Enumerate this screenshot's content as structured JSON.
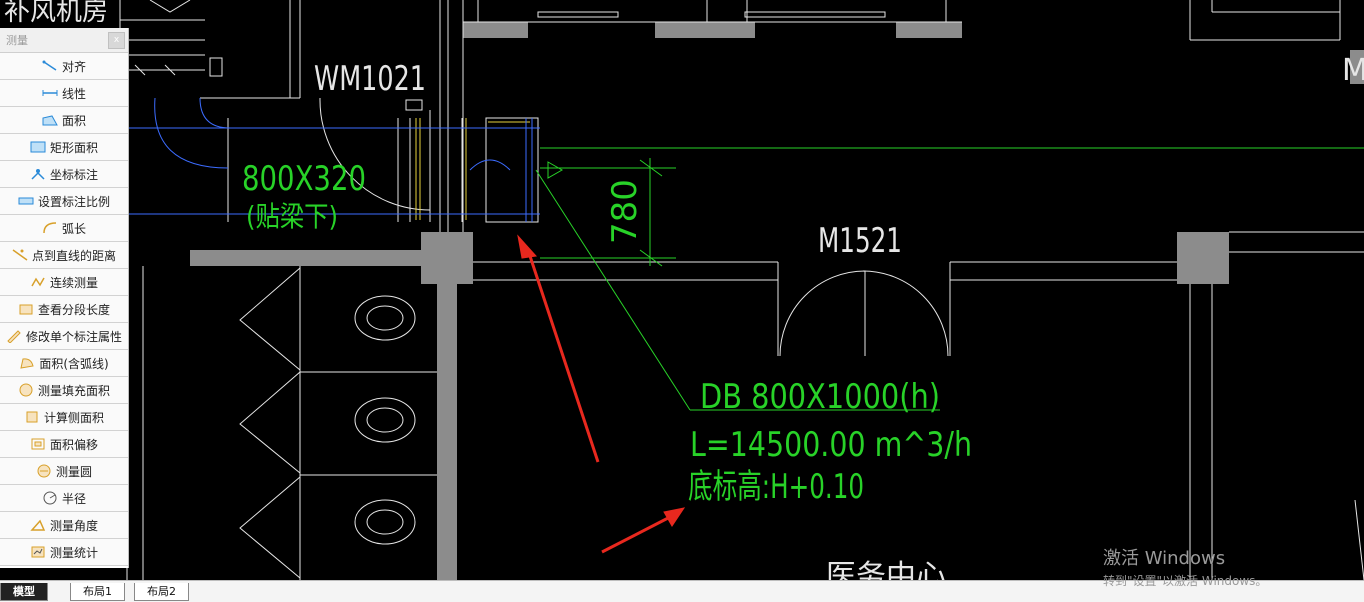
{
  "drawing": {
    "label_wm": "WM1021",
    "label_m": "M1521",
    "label_top_left": "补风机房",
    "label_m_right": "M",
    "duct_size": "800X320",
    "duct_note": "(贴梁下)",
    "dimension": "780",
    "db_label": "DB 800X1000(h)",
    "flow_label": "L=14500.00 m^3/h",
    "elevation_label": "底标高:H+0.10",
    "bottom_label": "医务中心"
  },
  "panel": {
    "title": "测量",
    "close": "x",
    "tools": [
      {
        "label": "对齐",
        "icon": "align-icon"
      },
      {
        "label": "线性",
        "icon": "linear-icon"
      },
      {
        "label": "面积",
        "icon": "area-icon"
      },
      {
        "label": "矩形面积",
        "icon": "rect-area-icon"
      },
      {
        "label": "坐标标注",
        "icon": "coordinate-icon"
      },
      {
        "label": "设置标注比例",
        "icon": "scale-icon"
      },
      {
        "label": "弧长",
        "icon": "arc-length-icon"
      },
      {
        "label": "点到直线的距离",
        "icon": "point-line-icon"
      },
      {
        "label": "连续测量",
        "icon": "continuous-icon"
      },
      {
        "label": "查看分段长度",
        "icon": "segment-icon"
      },
      {
        "label": "修改单个标注属性",
        "icon": "edit-dim-icon"
      },
      {
        "label": "面积(含弧线)",
        "icon": "arc-area-icon"
      },
      {
        "label": "测量填充面积",
        "icon": "hatch-area-icon"
      },
      {
        "label": "计算侧面积",
        "icon": "side-area-icon"
      },
      {
        "label": "面积偏移",
        "icon": "offset-area-icon"
      },
      {
        "label": "测量圆",
        "icon": "circle-icon"
      },
      {
        "label": "半径",
        "icon": "radius-icon"
      },
      {
        "label": "测量角度",
        "icon": "angle-icon"
      },
      {
        "label": "测量统计",
        "icon": "stats-icon"
      }
    ]
  },
  "tabs": [
    "模型",
    "布局1",
    "布局2"
  ],
  "watermark": {
    "line1": "激活 Windows",
    "line2": "转到\"设置\"以激活 Windows。"
  },
  "colors": {
    "background": "#000000",
    "cad_green": "#28d228",
    "cad_white": "#e6e6e6",
    "cad_blue": "#3c6cff",
    "wall_gray": "#8c8c8c",
    "arrow_red": "#e8281e"
  }
}
